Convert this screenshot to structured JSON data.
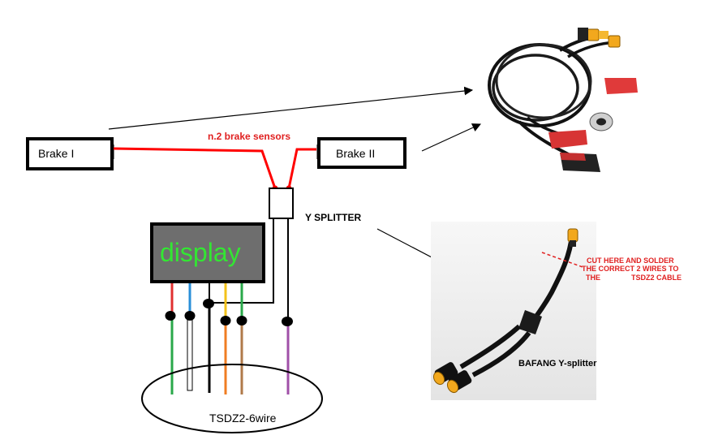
{
  "labels": {
    "brake1": "Brake I",
    "brake2": "Brake II",
    "sensors": "n.2 brake sensors",
    "splitter": "Y SPLITTER",
    "display": "display",
    "connector": "TSDZ2-6wire",
    "cut_note_line1": "CUT HERE AND SOLDER",
    "cut_note_line2": "THE CORRECT 2 WIRES TO",
    "cut_note_line3a": "THE",
    "cut_note_line3b": "TSDZ2 CABLE",
    "bafang": "BAFANG Y-splitter"
  },
  "colors": {
    "brake_wire": "#ff0000",
    "display_bg": "#6e6e6e",
    "display_text": "#33e633",
    "wire_red": "#e03030",
    "wire_blue": "#2a8fd8",
    "wire_orange": "#f07d22",
    "wire_yellow": "#f3c21a",
    "wire_green": "#2aa84a",
    "wire_brown": "#b07a4a",
    "wire_purple": "#a050a8",
    "note_red": "#e02020"
  },
  "icons": [
    "brake-sensor-cable-photo",
    "y-splitter-cable-photo"
  ]
}
